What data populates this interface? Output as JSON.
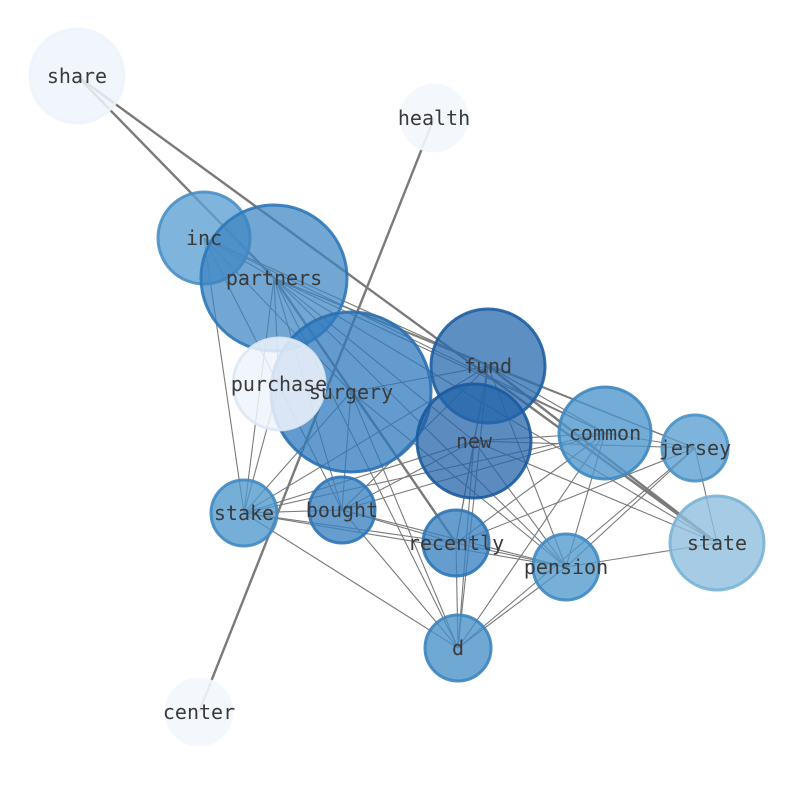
{
  "graph": {
    "nodes": [
      {
        "id": "share",
        "label": "share",
        "fill": "#eef3fb",
        "stroke": "#eef3fb",
        "opacity": 0.85
      },
      {
        "id": "health",
        "label": "health",
        "fill": "#f3f7fd",
        "stroke": "#f3f7fd",
        "opacity": 0.9
      },
      {
        "id": "inc",
        "label": "inc",
        "fill": "#5fa3d3",
        "stroke": "#4a90c6",
        "opacity": 0.8
      },
      {
        "id": "partners",
        "label": "partners",
        "fill": "#3c84c2",
        "stroke": "#2f78b8",
        "opacity": 0.72
      },
      {
        "id": "purchase",
        "label": "purchase",
        "fill": "#eef3fb",
        "stroke": "#dde8f5",
        "opacity": 0.85
      },
      {
        "id": "surgery",
        "label": "surgery",
        "fill": "#2f79bd",
        "stroke": "#2a70b2",
        "opacity": 0.75
      },
      {
        "id": "fund",
        "label": "fund",
        "fill": "#2769ad",
        "stroke": "#1f5ea3",
        "opacity": 0.75
      },
      {
        "id": "new",
        "label": "new",
        "fill": "#2464a9",
        "stroke": "#1c5a9f",
        "opacity": 0.75
      },
      {
        "id": "common",
        "label": "common",
        "fill": "#4b95cb",
        "stroke": "#3d88c1",
        "opacity": 0.78
      },
      {
        "id": "jersey",
        "label": "jersey",
        "fill": "#5a9fd1",
        "stroke": "#4a92c7",
        "opacity": 0.78
      },
      {
        "id": "stake",
        "label": "stake",
        "fill": "#4e97cc",
        "stroke": "#4089c2",
        "opacity": 0.78
      },
      {
        "id": "bought",
        "label": "bought",
        "fill": "#3a81c0",
        "stroke": "#2f76b6",
        "opacity": 0.78
      },
      {
        "id": "recently",
        "label": "recently",
        "fill": "#3a81c0",
        "stroke": "#2f76b6",
        "opacity": 0.78
      },
      {
        "id": "state",
        "label": "state",
        "fill": "#8ebfdd",
        "stroke": "#7ab2d6",
        "opacity": 0.8
      },
      {
        "id": "pension",
        "label": "pension",
        "fill": "#4f98cd",
        "stroke": "#4089c2",
        "opacity": 0.78
      },
      {
        "id": "d",
        "label": "d",
        "fill": "#4890c8",
        "stroke": "#3c85be",
        "opacity": 0.78
      },
      {
        "id": "center",
        "label": "center",
        "fill": "#f3f7fd",
        "stroke": "#f3f7fd",
        "opacity": 0.9
      }
    ],
    "edges": [
      {
        "source": "share",
        "target": "partners",
        "strong": true
      },
      {
        "source": "share",
        "target": "state",
        "strong": true
      },
      {
        "source": "health",
        "target": "center",
        "strong": true
      },
      {
        "source": "inc",
        "target": "partners",
        "strong": false
      },
      {
        "source": "inc",
        "target": "surgery",
        "strong": false
      },
      {
        "source": "inc",
        "target": "stake",
        "strong": false
      },
      {
        "source": "inc",
        "target": "fund",
        "strong": false
      },
      {
        "source": "inc",
        "target": "common",
        "strong": false
      },
      {
        "source": "inc",
        "target": "bought",
        "strong": false
      },
      {
        "source": "partners",
        "target": "fund",
        "strong": false
      },
      {
        "source": "partners",
        "target": "new",
        "strong": false
      },
      {
        "source": "partners",
        "target": "common",
        "strong": false
      },
      {
        "source": "partners",
        "target": "jersey",
        "strong": false
      },
      {
        "source": "partners",
        "target": "stake",
        "strong": false
      },
      {
        "source": "partners",
        "target": "bought",
        "strong": false
      },
      {
        "source": "partners",
        "target": "recently",
        "strong": true
      },
      {
        "source": "partners",
        "target": "purchase",
        "strong": false
      },
      {
        "source": "partners",
        "target": "pension",
        "strong": false
      },
      {
        "source": "partners",
        "target": "d",
        "strong": false
      },
      {
        "source": "partners",
        "target": "state",
        "strong": false
      },
      {
        "source": "fund",
        "target": "new",
        "strong": false
      },
      {
        "source": "fund",
        "target": "common",
        "strong": false
      },
      {
        "source": "fund",
        "target": "jersey",
        "strong": false
      },
      {
        "source": "fund",
        "target": "stake",
        "strong": false
      },
      {
        "source": "fund",
        "target": "bought",
        "strong": false
      },
      {
        "source": "fund",
        "target": "recently",
        "strong": false
      },
      {
        "source": "fund",
        "target": "pension",
        "strong": false
      },
      {
        "source": "fund",
        "target": "d",
        "strong": false
      },
      {
        "source": "fund",
        "target": "state",
        "strong": true
      },
      {
        "source": "fund",
        "target": "surgery",
        "strong": false
      },
      {
        "source": "new",
        "target": "common",
        "strong": false
      },
      {
        "source": "new",
        "target": "jersey",
        "strong": false
      },
      {
        "source": "new",
        "target": "stake",
        "strong": false
      },
      {
        "source": "new",
        "target": "bought",
        "strong": false
      },
      {
        "source": "new",
        "target": "recently",
        "strong": false
      },
      {
        "source": "new",
        "target": "pension",
        "strong": false
      },
      {
        "source": "new",
        "target": "d",
        "strong": false
      },
      {
        "source": "new",
        "target": "state",
        "strong": false
      },
      {
        "source": "common",
        "target": "stake",
        "strong": false
      },
      {
        "source": "common",
        "target": "bought",
        "strong": false
      },
      {
        "source": "common",
        "target": "recently",
        "strong": false
      },
      {
        "source": "common",
        "target": "pension",
        "strong": false
      },
      {
        "source": "common",
        "target": "d",
        "strong": false
      },
      {
        "source": "common",
        "target": "jersey",
        "strong": false
      },
      {
        "source": "jersey",
        "target": "state",
        "strong": false
      },
      {
        "source": "jersey",
        "target": "pension",
        "strong": false
      },
      {
        "source": "jersey",
        "target": "d",
        "strong": false
      },
      {
        "source": "jersey",
        "target": "recently",
        "strong": false
      },
      {
        "source": "stake",
        "target": "bought",
        "strong": false
      },
      {
        "source": "stake",
        "target": "d",
        "strong": false
      },
      {
        "source": "stake",
        "target": "purchase",
        "strong": false
      },
      {
        "source": "stake",
        "target": "surgery",
        "strong": false
      },
      {
        "source": "bought",
        "target": "recently",
        "strong": false
      },
      {
        "source": "bought",
        "target": "pension",
        "strong": false
      },
      {
        "source": "bought",
        "target": "surgery",
        "strong": false
      },
      {
        "source": "bought",
        "target": "d",
        "strong": false
      },
      {
        "source": "recently",
        "target": "pension",
        "strong": false
      },
      {
        "source": "recently",
        "target": "d",
        "strong": false
      },
      {
        "source": "recently",
        "target": "surgery",
        "strong": false
      },
      {
        "source": "pension",
        "target": "d",
        "strong": false
      },
      {
        "source": "pension",
        "target": "state",
        "strong": false
      },
      {
        "source": "pension",
        "target": "surgery",
        "strong": false
      },
      {
        "source": "d",
        "target": "surgery",
        "strong": false
      },
      {
        "source": "stake",
        "target": "recently",
        "strong": false
      },
      {
        "source": "stake",
        "target": "pension",
        "strong": false
      }
    ]
  }
}
